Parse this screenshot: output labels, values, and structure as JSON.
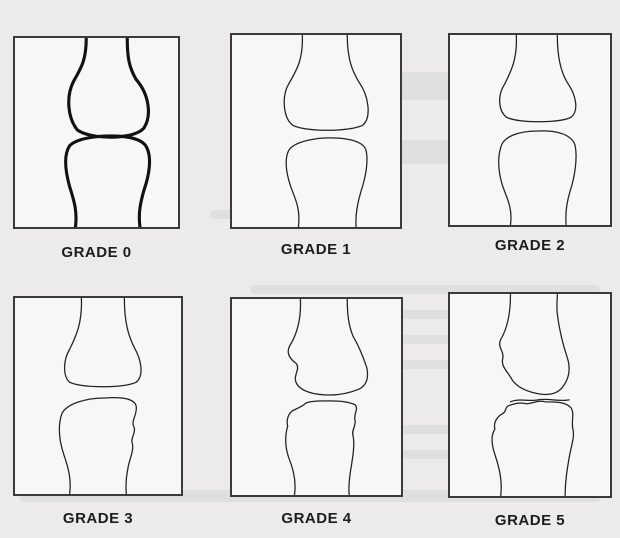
{
  "figure": {
    "panels": [
      {
        "label": "GRADE 0"
      },
      {
        "label": "GRADE 1"
      },
      {
        "label": "GRADE 2"
      },
      {
        "label": "GRADE 3"
      },
      {
        "label": "GRADE 4"
      },
      {
        "label": "GRADE 5"
      }
    ]
  }
}
